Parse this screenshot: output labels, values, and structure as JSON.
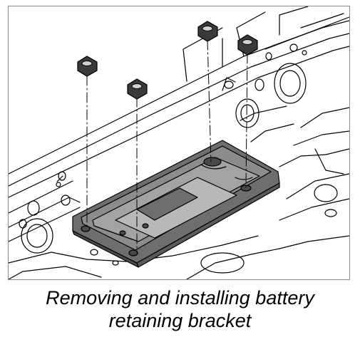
{
  "caption": {
    "line1": "Removing and installing battery",
    "line2": "retaining bracket"
  },
  "colors": {
    "line": "#000000",
    "bracket": "#6e6e6e",
    "bracket_inner": "#8c8c8c",
    "bracket_floor": "#a3a3a3",
    "nut": "#3a3a3a",
    "background": "#ffffff"
  },
  "parts": [
    "retaining-bracket",
    "hex-nut",
    "hex-nut",
    "hex-nut",
    "hex-nut"
  ]
}
